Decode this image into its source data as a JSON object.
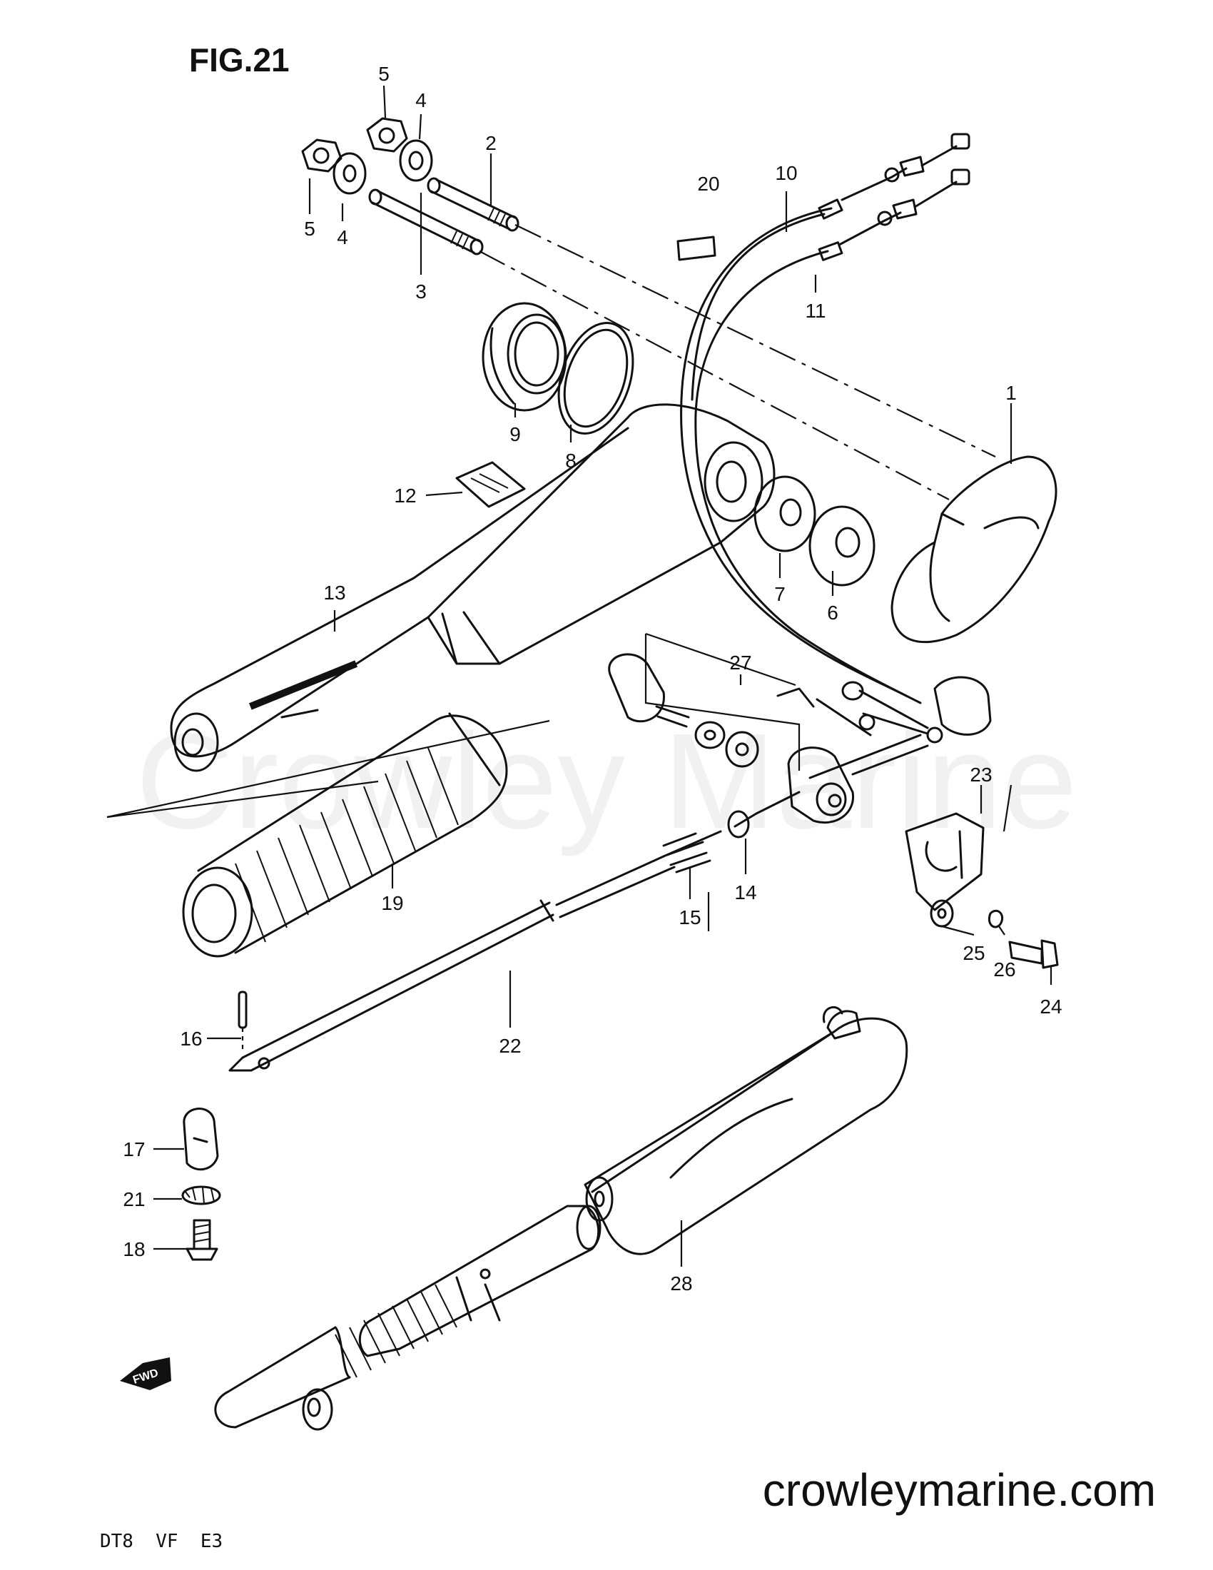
{
  "figure": {
    "title": "FIG.21",
    "model_code": "DT8  VF  E3"
  },
  "watermark": {
    "center_text": "Crowley Marine",
    "site_url": "crowleymarine.com"
  },
  "callouts": [
    {
      "id": "c1",
      "label": "1"
    },
    {
      "id": "c2",
      "label": "2"
    },
    {
      "id": "c3",
      "label": "3"
    },
    {
      "id": "c4a",
      "label": "4"
    },
    {
      "id": "c4b",
      "label": "4"
    },
    {
      "id": "c5a",
      "label": "5"
    },
    {
      "id": "c5b",
      "label": "5"
    },
    {
      "id": "c6",
      "label": "6"
    },
    {
      "id": "c7",
      "label": "7"
    },
    {
      "id": "c8",
      "label": "8"
    },
    {
      "id": "c9",
      "label": "9"
    },
    {
      "id": "c10",
      "label": "10"
    },
    {
      "id": "c11",
      "label": "11"
    },
    {
      "id": "c12",
      "label": "12"
    },
    {
      "id": "c13",
      "label": "13"
    },
    {
      "id": "c14",
      "label": "14"
    },
    {
      "id": "c15",
      "label": "15"
    },
    {
      "id": "c16",
      "label": "16"
    },
    {
      "id": "c17",
      "label": "17"
    },
    {
      "id": "c18",
      "label": "18"
    },
    {
      "id": "c19",
      "label": "19"
    },
    {
      "id": "c20",
      "label": "20"
    },
    {
      "id": "c21",
      "label": "21"
    },
    {
      "id": "c22",
      "label": "22"
    },
    {
      "id": "c23",
      "label": "23"
    },
    {
      "id": "c24",
      "label": "24"
    },
    {
      "id": "c25",
      "label": "25"
    },
    {
      "id": "c26",
      "label": "26"
    },
    {
      "id": "c27",
      "label": "27"
    },
    {
      "id": "c28",
      "label": "28"
    }
  ],
  "fwd_badge": "FWD"
}
